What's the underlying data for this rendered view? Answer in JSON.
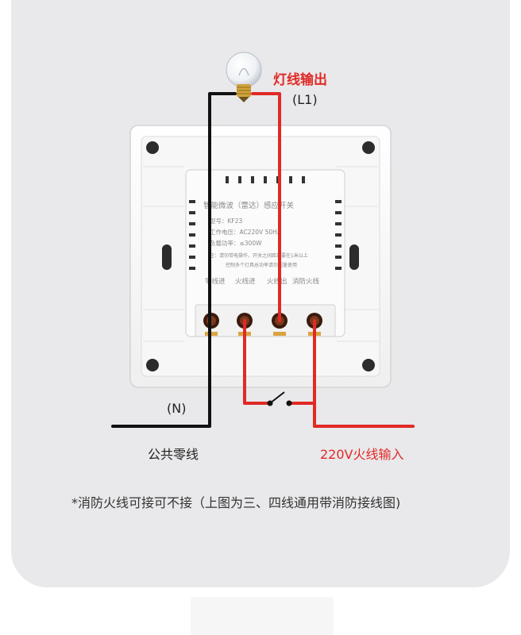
{
  "labels": {
    "light_output": "灯线输出",
    "l1": "(L1)",
    "n": "(N)",
    "neutral": "公共零线",
    "live_input": "220V火线输入",
    "footnote": "*消防火线可接可不接（上图为三、四线通用带消防接线图)"
  },
  "module": {
    "title": "智能微波（雷达）感应开关",
    "model": "型号：KF23",
    "voltage": "工作电压：AC220V 50Hz",
    "power": "负载功率：≤300W",
    "note_line1": "注：请勿带电操作，开关之间距离要在1米以上",
    "note_line2": "控制多个灯具总功率请勿超量使用",
    "terminals": [
      "零线进",
      "火线进",
      "火线出",
      "消防火线"
    ]
  },
  "colors": {
    "live": "#e02a26",
    "neutral": "#111111",
    "background": "#e9e8ea"
  },
  "icons": {
    "lamp": "light-bulb-icon",
    "switch": "switch-icon"
  }
}
